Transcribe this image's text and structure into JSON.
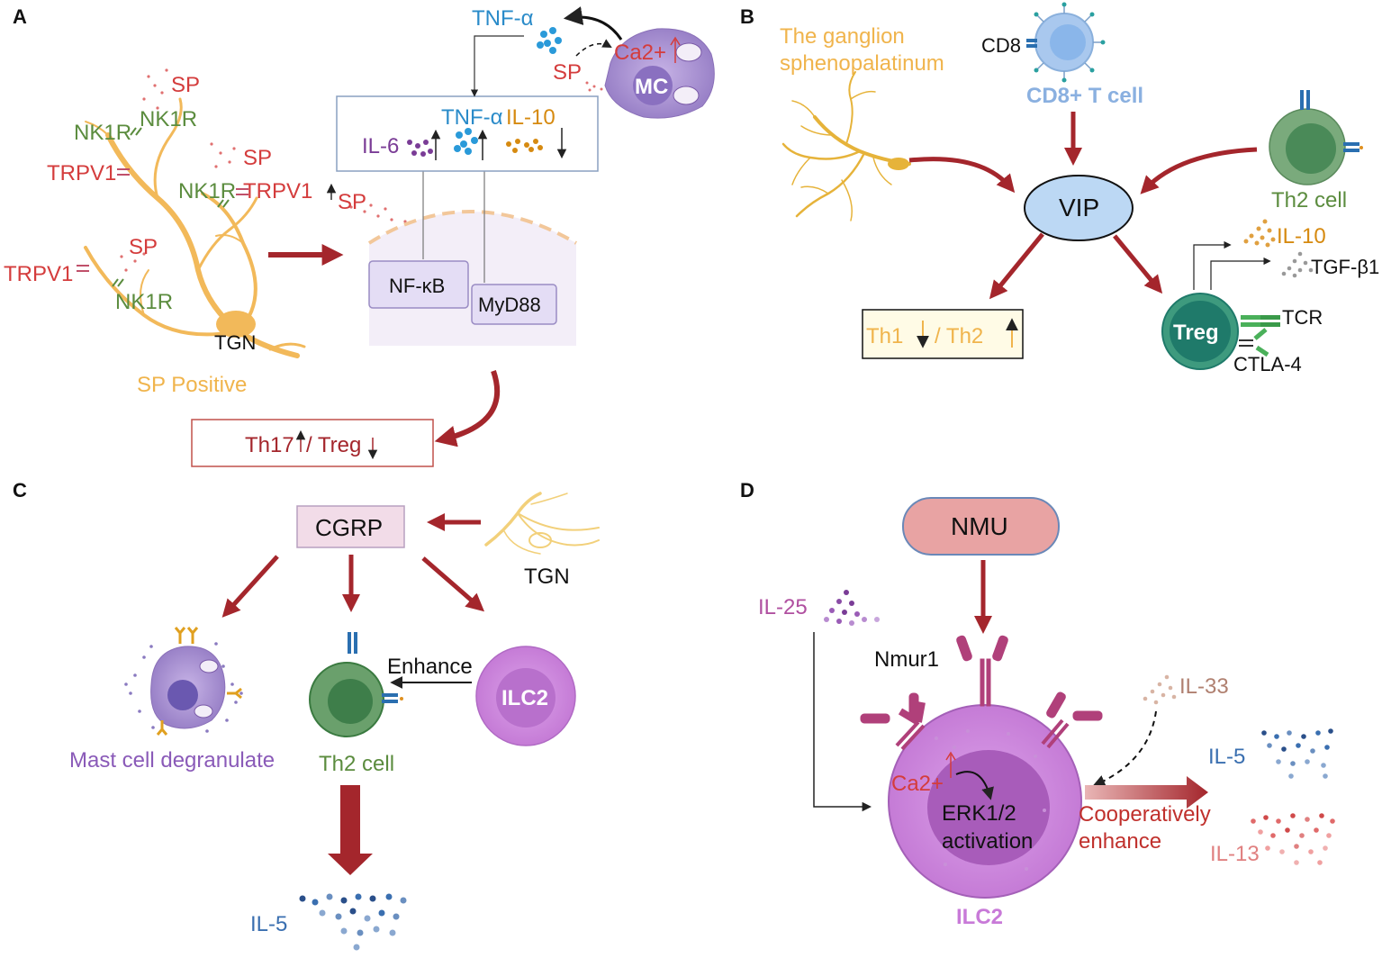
{
  "panels": {
    "a": {
      "letter": "A",
      "sp": "SP",
      "nk1r": "NK1R",
      "trpv1": "TRPV1",
      "tgn": "TGN",
      "sp_positive": "SP Positive",
      "tnf_alpha": "TNF-α",
      "ca2": "Ca2+",
      "mc": "MC",
      "il6": "IL-6",
      "il10": "IL-10",
      "nfkb": "NF-κB",
      "myd88": "MyD88",
      "th17": "Th17",
      "treg_sep": "/ Treg"
    },
    "b": {
      "letter": "B",
      "ganglion_line1": "The ganglion",
      "ganglion_line2": "sphenopalatinum",
      "cd8": "CD8",
      "cd8_t_cell": "CD8+ T cell",
      "vip": "VIP",
      "th2_cell": "Th2 cell",
      "il10": "IL-10",
      "tgfb1": "TGF-β1",
      "tcr": "TCR",
      "ctla4": "CTLA-4",
      "treg": "Treg",
      "th1": "Th1",
      "th2_sep": "/ Th2"
    },
    "c": {
      "letter": "C",
      "cgrp": "CGRP",
      "tgn": "TGN",
      "enhance": "Enhance",
      "ilc2": "ILC2",
      "mast_cell": "Mast cell degranulate",
      "th2_cell": "Th2 cell",
      "il5": "IL-5"
    },
    "d": {
      "letter": "D",
      "nmu": "NMU",
      "il25": "IL-25",
      "nmur1": "Nmur1",
      "il33": "IL-33",
      "il5": "IL-5",
      "il13": "IL-13",
      "ca2": "Ca2+",
      "erk_line1": "ERK1/2",
      "erk_line2": "activation",
      "coop_line1": "Cooperatively",
      "coop_line2": "enhance",
      "ilc2": "ILC2"
    }
  },
  "colors": {
    "arrow_red": "#a4262c",
    "sp_red": "#d43c3c",
    "nk_green": "#5b8c3e",
    "neuron_gold": "#f0b44c",
    "tnf_blue": "#2a8bc9",
    "il10_orange": "#d68a10",
    "purple": "#7a3c96",
    "mast_purple": "#8a5ab8",
    "th2_green": "#4a8a50",
    "treg_teal": "#1f7a6a",
    "il5_blue": "#3a6fb0",
    "ilc2_pink": "#c87ad8",
    "nmu_pink": "#e8a3a3"
  }
}
